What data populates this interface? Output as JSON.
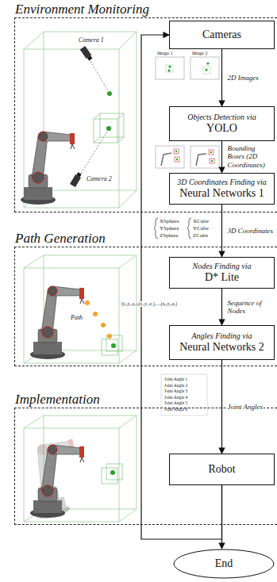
{
  "diagram": {
    "nodes": [
      {
        "text": [
          "Environment Monitoring"
        ]
      },
      {
        "text": [
          "Cameras"
        ],
        "in": 0
      },
      {
        "text": [
          "Objects Detection via",
          "YOLO"
        ],
        "in": 0
      },
      {
        "text": [
          "3D Coordinates Finding via",
          "Neural Networks 1"
        ],
        "in": 0
      },
      {
        "text": [
          "Path Generation"
        ]
      },
      {
        "text": [
          "Nodes Finding via",
          "D* Lite"
        ],
        "in": 4
      },
      {
        "text": [
          "Angles Finding via",
          "Neural Networks 2"
        ],
        "in": 4
      },
      {
        "text": [
          "Implementation"
        ]
      },
      {
        "text": [
          "Robot"
        ],
        "in": 7
      },
      {
        "text": [
          "End"
        ]
      }
    ],
    "edges": [
      {
        "from": 1,
        "to": 2,
        "arrow": "to",
        "label": "2D Images"
      },
      {
        "from": 2,
        "to": 3,
        "arrow": "to",
        "label": "Bounding Boxes (2D Coordinates)"
      },
      {
        "from": 3,
        "to": 5,
        "arrow": "to",
        "label": "3D Coordinates"
      },
      {
        "from": 5,
        "to": 6,
        "arrow": "to",
        "label": "Sequence of Nodes"
      },
      {
        "from": 6,
        "to": 8,
        "arrow": "to",
        "label": "Joint Angles"
      },
      {
        "from": 8,
        "to": 9,
        "arrow": "to"
      },
      {
        "from": 8,
        "to": 1,
        "arrow": "to"
      }
    ],
    "labels": [
      "Camera 1",
      "Camera 2",
      "Image 1",
      "Image 2",
      "XSphere",
      "YSphere",
      "ZSphere",
      "XCube",
      "YCube",
      "ZCube",
      "Path",
      "(x₀,y₀,z₀),(x₁,y₁,z₁),…,(xₙ,yₙ,zₙ)",
      "Joint Angle 1",
      "Joint Angle 2",
      "Joint Angle 3",
      "Joint Angle 4",
      "Joint Angle 5",
      "Joint Angle 6"
    ]
  }
}
